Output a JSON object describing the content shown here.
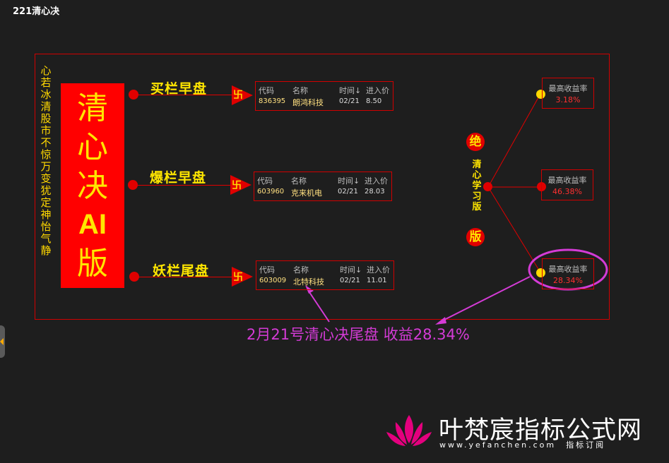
{
  "window_title": "221清心决",
  "motto": "心若冰清 股市不惊 万变犹定 神怡气静",
  "banner": {
    "chars": "清心决",
    "latin": "AI",
    "last": "版"
  },
  "swastika": "卐",
  "panels": [
    {
      "label": "买栏早盘",
      "headers": [
        "代码",
        "名称",
        "时间↓",
        "进入价"
      ],
      "code": "836395",
      "name": "朗鸿科技",
      "date": "02/21",
      "price": "8.50"
    },
    {
      "label": "爆栏早盘",
      "headers": [
        "代码",
        "名称",
        "时间↓",
        "进入价"
      ],
      "code": "603960",
      "name": "克来机电",
      "date": "02/21",
      "price": "28.03"
    },
    {
      "label": "妖栏尾盘",
      "headers": [
        "代码",
        "名称",
        "时间↓",
        "进入价"
      ],
      "code": "603009",
      "name": "北特科技",
      "date": "02/21",
      "price": "11.01"
    }
  ],
  "right": {
    "badge_top": "绝",
    "vertical_title": "清心学习版",
    "badge_bottom": "版",
    "returns": [
      {
        "label": "最高收益率",
        "value": "3.18%"
      },
      {
        "label": "最高收益率",
        "value": "46.38%"
      },
      {
        "label": "最高收益率",
        "value": "28.34%"
      }
    ]
  },
  "annotation": {
    "caption": "2月21号清心决尾盘  收益28.34%",
    "color": "#d43bd6"
  },
  "watermark": {
    "text": "叶梵宸指标公式网",
    "url": "www.yefanchen.com",
    "tag": "指标订阅"
  },
  "colors": {
    "accent_red": "#e00000",
    "banner_yellow": "#ffe600",
    "background": "#1e1e1e"
  }
}
